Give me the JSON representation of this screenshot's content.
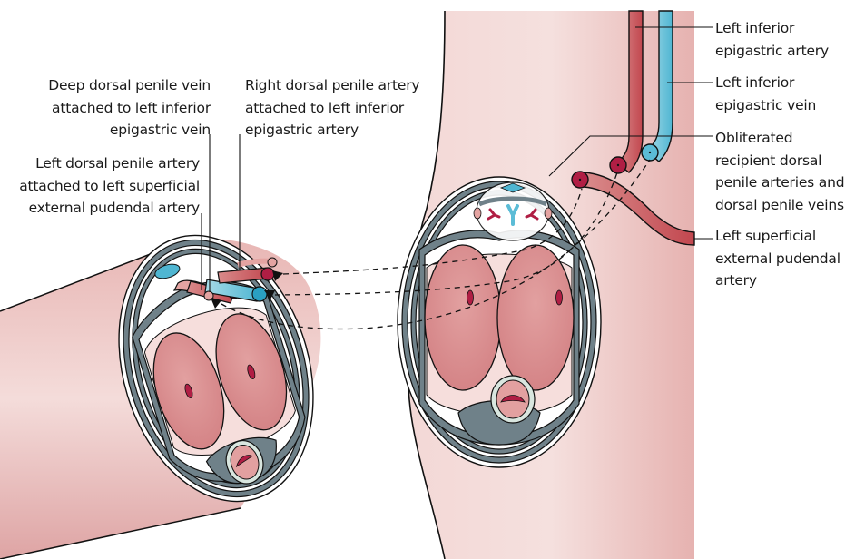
{
  "figure": {
    "type": "anatomical-diagram",
    "description": "Penile cross-section revascularisation: dorsal penile vessels anastomosed to left inferior epigastric and left superficial external pudendal vessels",
    "colors": {
      "skin": "#f0c9c6",
      "corpora": "#d98b8b",
      "artery": "#c4545c",
      "artery_lumen": "#b01e44",
      "vein": "#5bbcd6",
      "vein_dark": "#2aa0c2",
      "fascia": "#6f8189",
      "urethra_ring": "#d9e6df",
      "outline": "#111111"
    }
  },
  "labels": {
    "deep_dorsal_vein": [
      "Deep dorsal penile vein",
      "attached to left inferior",
      "epigastric vein"
    ],
    "right_dorsal_artery": [
      "Right dorsal penile artery",
      "attached to left inferior",
      "epigastric artery"
    ],
    "left_dorsal_artery": [
      "Left dorsal penile artery",
      "attached to left superficial",
      "external pudendal artery"
    ],
    "left_inferior_epigastric_artery": [
      "Left inferior",
      "epigastric artery"
    ],
    "left_inferior_epigastric_vein": [
      "Left inferior",
      "epigastric vein"
    ],
    "obliterated_recipient": [
      "Obliterated",
      "recipient dorsal",
      "penile arteries and",
      "dorsal penile veins"
    ],
    "left_superficial_external_pudendal": [
      "Left superficial",
      "external pudendal",
      "artery"
    ]
  }
}
